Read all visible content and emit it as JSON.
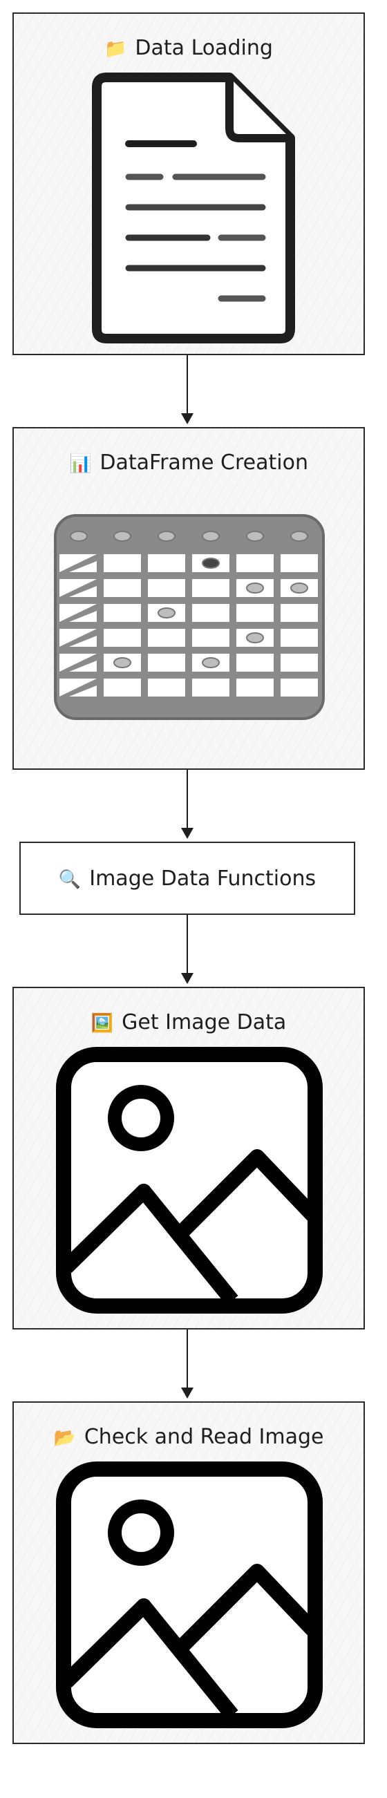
{
  "nodes": {
    "data_loading": {
      "emoji": "📁",
      "label": "Data Loading"
    },
    "dataframe_creation": {
      "emoji": "📊",
      "label": "DataFrame Creation"
    },
    "image_data_functions": {
      "emoji": "🔍",
      "label": "Image Data Functions"
    },
    "get_image_data": {
      "emoji": "🖼️",
      "label": "Get Image Data"
    },
    "check_and_read_image": {
      "emoji": "📂",
      "label": "Check and Read Image"
    }
  },
  "icons": {
    "data_loading": "document-icon",
    "dataframe_creation": "table-icon",
    "get_image_data": "image-icon",
    "check_and_read_image": "image-icon"
  }
}
